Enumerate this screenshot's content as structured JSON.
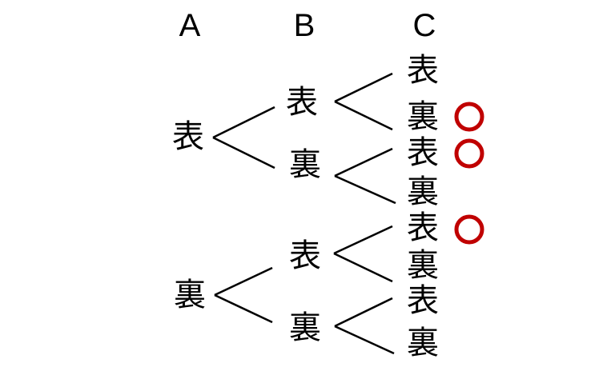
{
  "diagram_type": "probability-tree",
  "colors": {
    "background": "#ffffff",
    "line": "#000000",
    "text": "#000000",
    "mark": "#c00000"
  },
  "headers": [
    {
      "label": "A"
    },
    {
      "label": "B"
    },
    {
      "label": "C"
    }
  ],
  "tree": {
    "level_a": [
      {
        "label": "表"
      },
      {
        "label": "裏"
      }
    ],
    "level_b": [
      {
        "label": "表"
      },
      {
        "label": "裏"
      },
      {
        "label": "表"
      },
      {
        "label": "裏"
      }
    ],
    "level_c": [
      {
        "label": "表",
        "marked": false
      },
      {
        "label": "裏",
        "marked": true
      },
      {
        "label": "表",
        "marked": true
      },
      {
        "label": "裏",
        "marked": false
      },
      {
        "label": "表",
        "marked": true
      },
      {
        "label": "裏",
        "marked": false
      },
      {
        "label": "表",
        "marked": false
      },
      {
        "label": "裏",
        "marked": false
      }
    ]
  }
}
